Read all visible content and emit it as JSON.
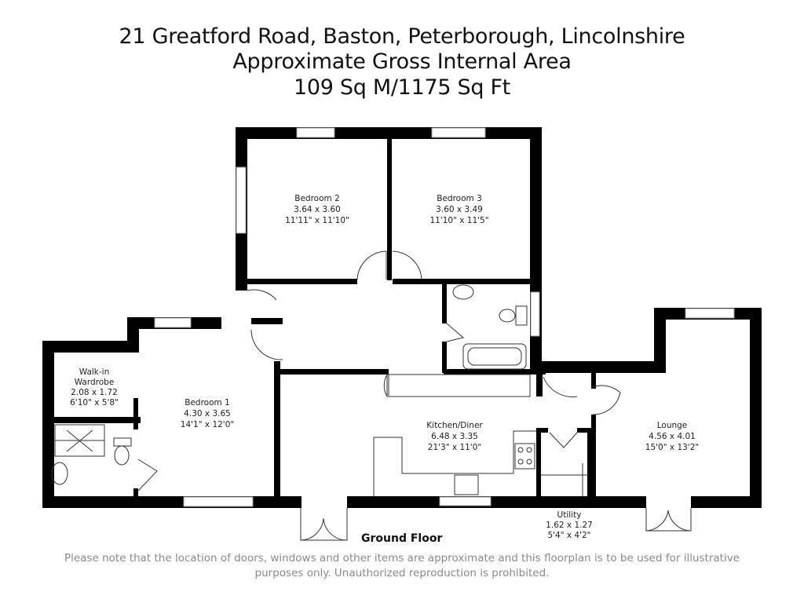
{
  "header": {
    "address": "21 Greatford Road, Baston, Peterborough, Lincolnshire",
    "subtitle": "Approximate Gross Internal Area",
    "area": "109 Sq M/1175 Sq Ft"
  },
  "floor": {
    "name": "Ground Floor"
  },
  "rooms": {
    "bedroom2": {
      "name": "Bedroom 2",
      "metric": "3.64 x 3.60",
      "imperial": "11'11\" x 11'10\""
    },
    "bedroom3": {
      "name": "Bedroom 3",
      "metric": "3.60 x 3.49",
      "imperial": "11'10\" x 11'5\""
    },
    "wardrobe": {
      "name1": "Walk-in",
      "name2": "Wardrobe",
      "metric": "2.08 x 1.72",
      "imperial": "6'10\" x 5'8\""
    },
    "bedroom1": {
      "name": "Bedroom 1",
      "metric": "4.30 x 3.65",
      "imperial": "14'1\" x 12'0\""
    },
    "kitchen": {
      "name": "Kitchen/Diner",
      "metric": "6.48 x 3.35",
      "imperial": "21'3\" x 11'0\""
    },
    "lounge": {
      "name": "Lounge",
      "metric": "4.56 x 4.01",
      "imperial": "15'0\" x 13'2\""
    },
    "utility": {
      "name": "Utility",
      "metric": "1.62 x 1.27",
      "imperial": "5'4\" x 4'2\""
    }
  },
  "disclaimer": {
    "line1": "Please note that the location of doors, windows and other items are approximate and this floorplan is to be used for illustrative",
    "line2": "purposes only. Unauthorized reproduction is prohibited."
  },
  "colors": {
    "wall": "#000000",
    "background": "#ffffff",
    "disclaimer": "#8a8a8a"
  }
}
